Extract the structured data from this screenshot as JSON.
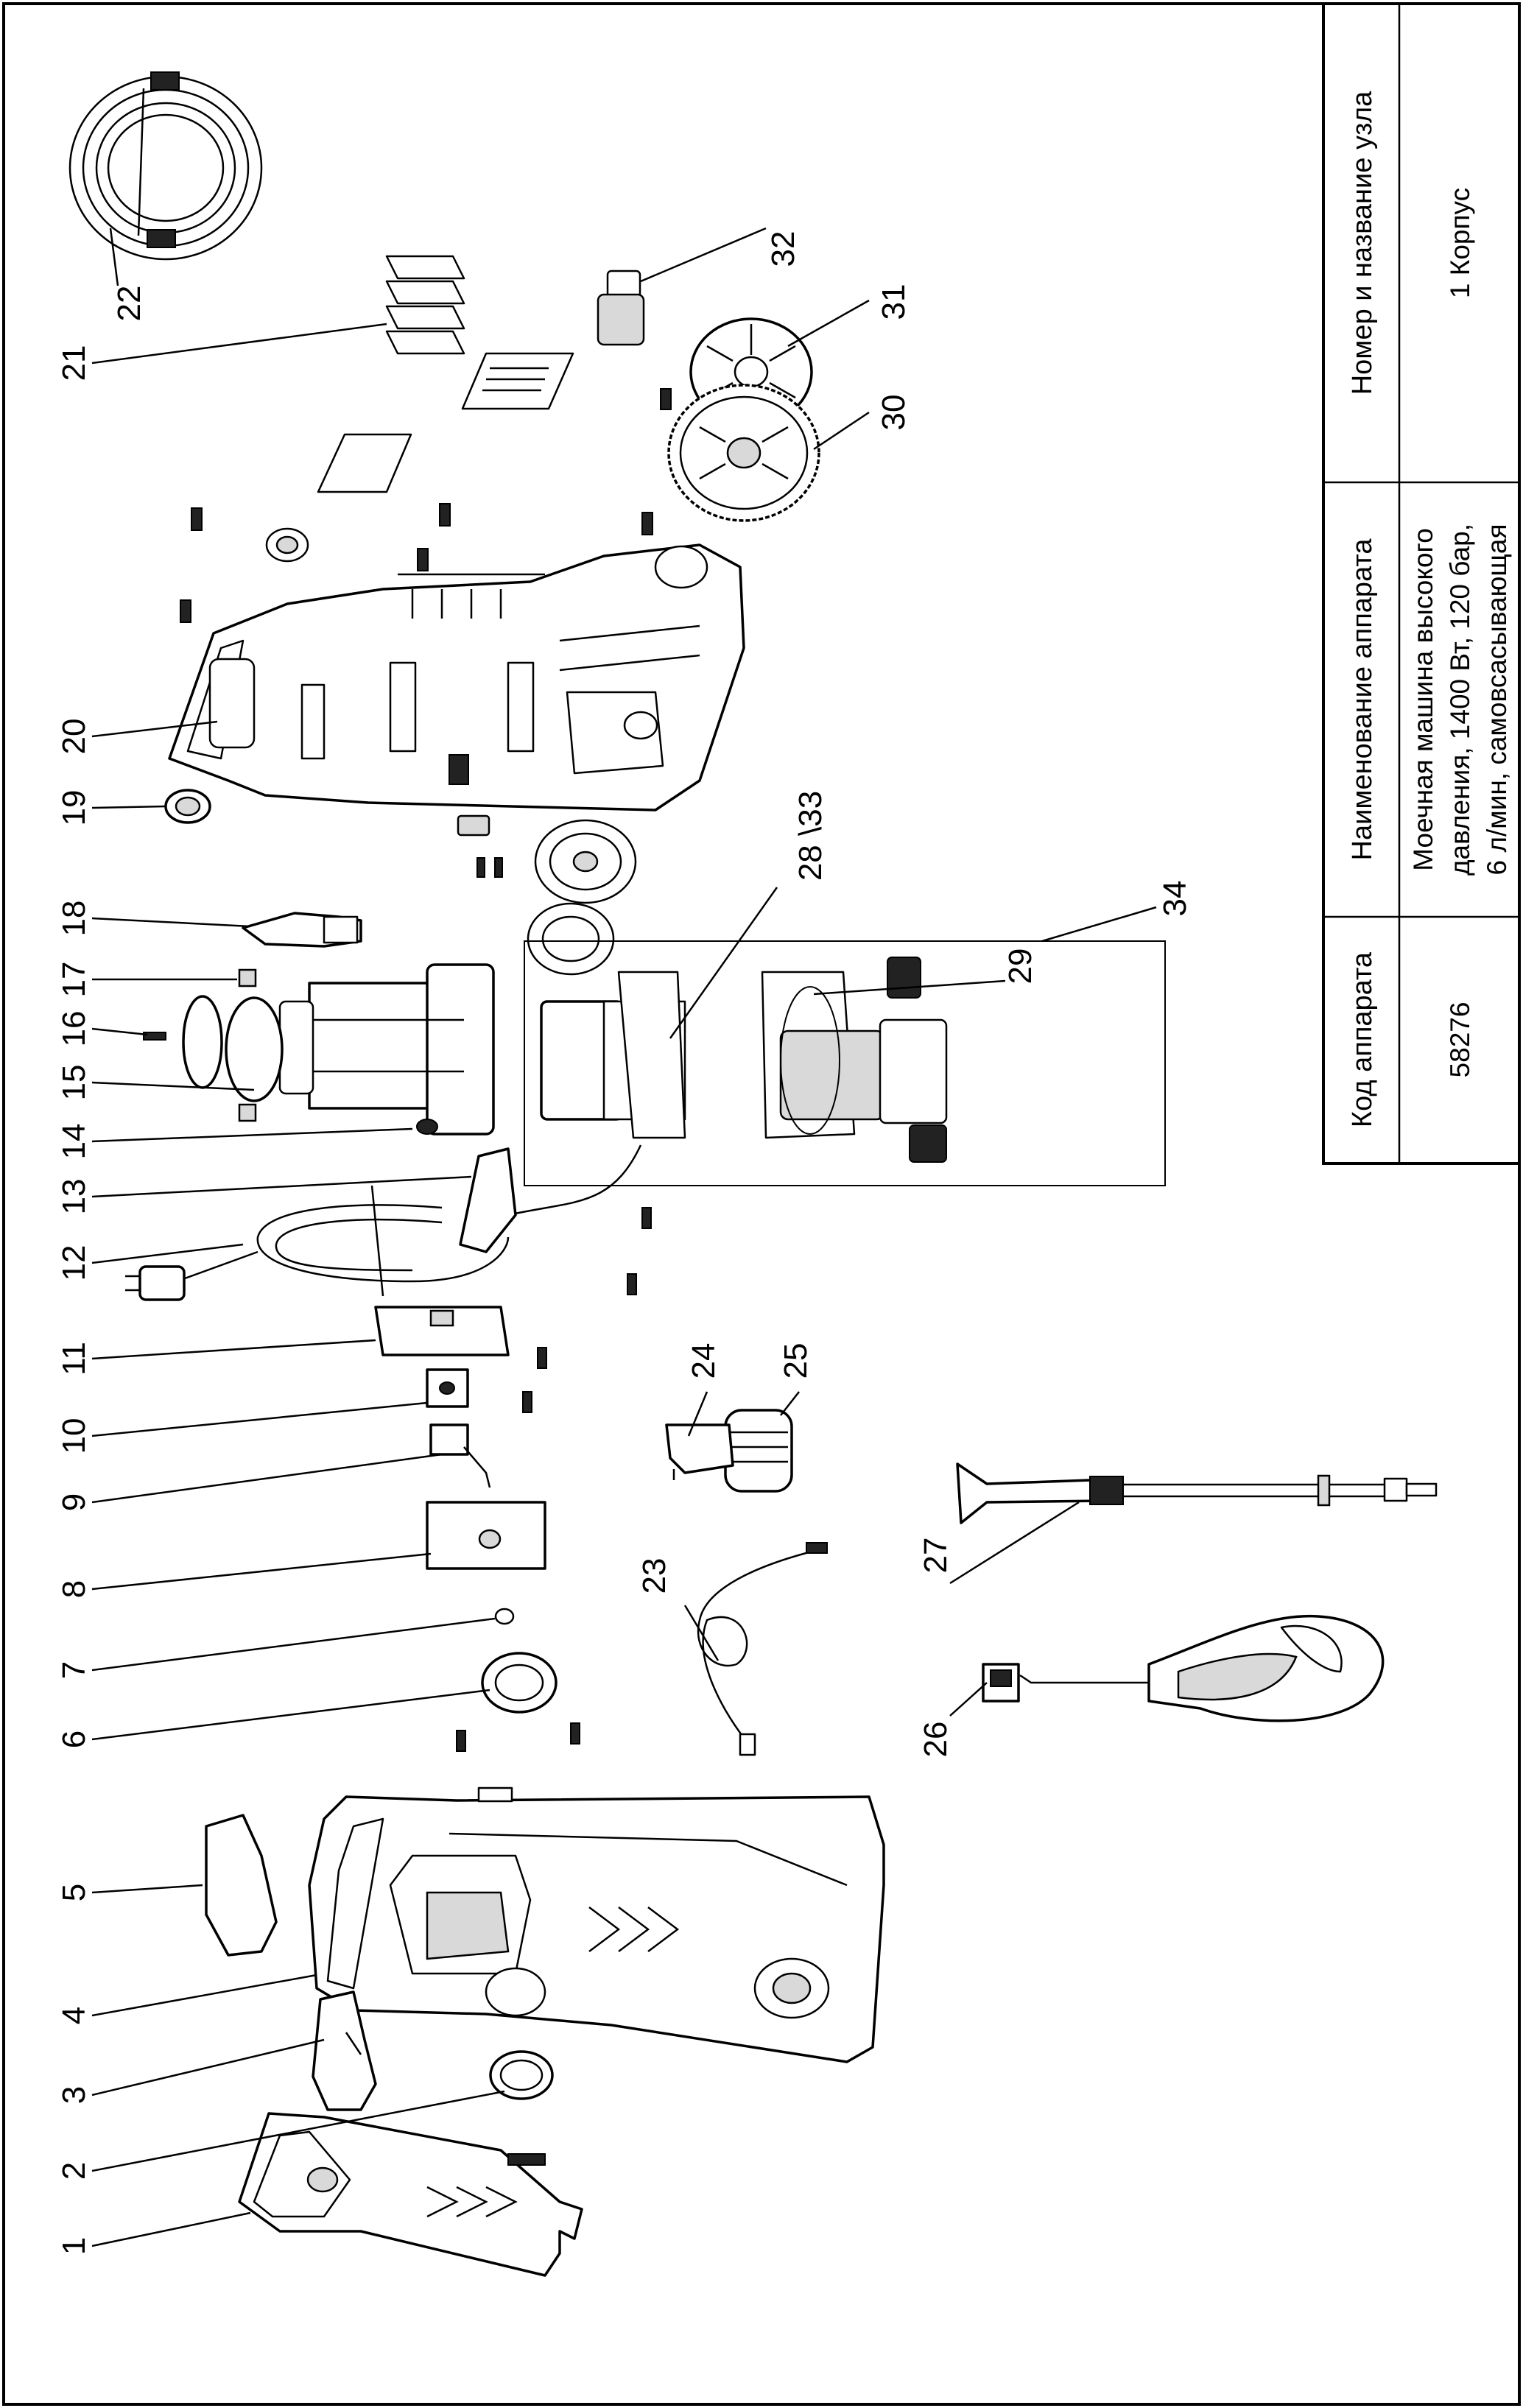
{
  "table": {
    "headers": {
      "code": "Код аппарата",
      "name": "Наименование аппарата",
      "node": "Номер и название узла"
    },
    "values": {
      "code": "58276",
      "name_lines": [
        "Моечная машина высокого",
        "давления, 1400 Вт, 120 бар,",
        "6 л/мин, самовсасывающая"
      ],
      "node": "1 Корпус"
    }
  },
  "callouts": [
    "1",
    "2",
    "3",
    "4",
    "5",
    "6",
    "7",
    "8",
    "9",
    "10",
    "11",
    "12",
    "13",
    "14",
    "15",
    "16",
    "17",
    "18",
    "19",
    "20",
    "21",
    "22",
    "23",
    "24",
    "25",
    "26",
    "27",
    "28 \\33",
    "29",
    "30",
    "31",
    "32",
    "34"
  ]
}
